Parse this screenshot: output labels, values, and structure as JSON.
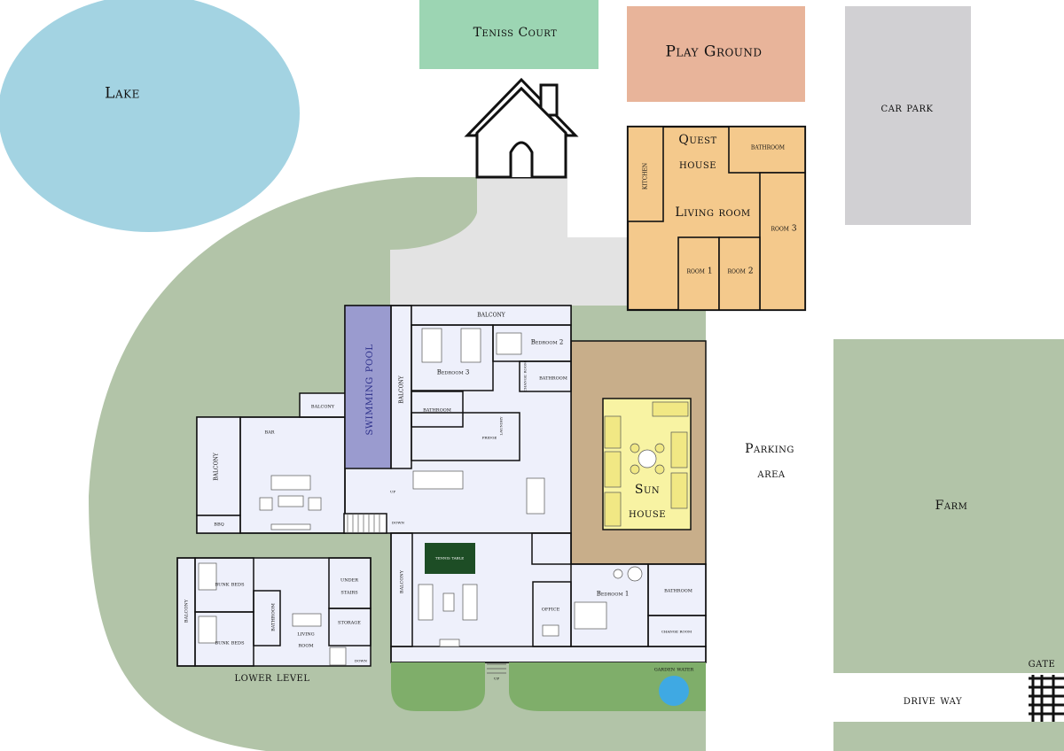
{
  "site": {
    "lake": "Lake",
    "tennis_court": "Teniss Court",
    "play_ground": "Play Ground",
    "car_park": "car park",
    "parking_area_line1": "Parking",
    "parking_area_line2": "area",
    "farm": "Farm",
    "drive_way": "drive way",
    "gate": "gate",
    "garden_water": "garden water"
  },
  "guest_house": {
    "title_line1": "Quest",
    "title_line2": "house",
    "bathroom": "bathroom",
    "kitchen": "kitchen",
    "living_room": "Living room",
    "room1": "room 1",
    "room2": "room 2",
    "room3": "room 3"
  },
  "main_house": {
    "balcony_top": "balcony",
    "bedroom2": "Bedroom 2",
    "bedroom3": "Bedroom 3",
    "bathroom_a": "bathroom",
    "change_room_a": "change room",
    "bathroom_b": "bathroom",
    "laundry": "laundry",
    "fridge": "fridge",
    "swimming_pool": "swimming pool",
    "balcony_pool": "balcony",
    "balcony_bar": "balcony",
    "bar": "bar",
    "balcony_left": "balcony",
    "bbq": "bbq",
    "up": "up",
    "down": "down",
    "tennis_table": "tennis table",
    "balcony_lower_left": "balcony",
    "office": "office",
    "bedroom1": "Bedroom 1",
    "bathroom_c": "bathroom",
    "change_room_b": "change room",
    "up_bottom": "up"
  },
  "sun_house": {
    "line1": "Sun",
    "line2": "house"
  },
  "lower_level": {
    "title": "lower level",
    "balcony": "balcony",
    "bunk_beds_top": "bunk beds",
    "bunk_beds_bottom": "bunk beds",
    "bathroom": "bathroom",
    "living_room_line1": "living",
    "living_room_line2": "room",
    "under_stairs_line1": "under",
    "under_stairs_line2": "stairs",
    "storage": "storage",
    "down": "down"
  },
  "colors": {
    "lake": "#a3d3e2",
    "tennis_court": "#9cd5b3",
    "play_ground": "#e8b49a",
    "car_park": "#d1d0d3",
    "lawn": "#b2c4a8",
    "garden": "#7fae6a",
    "guest_house": "#f4c98c",
    "sun_house_deck": "#c8ae8a",
    "sun_house": "#f8f3a3",
    "floor": "#eef0fb",
    "pool": "#9a9bcf",
    "tennis_table": "#1d4d25",
    "water": "#3fa9e3"
  }
}
